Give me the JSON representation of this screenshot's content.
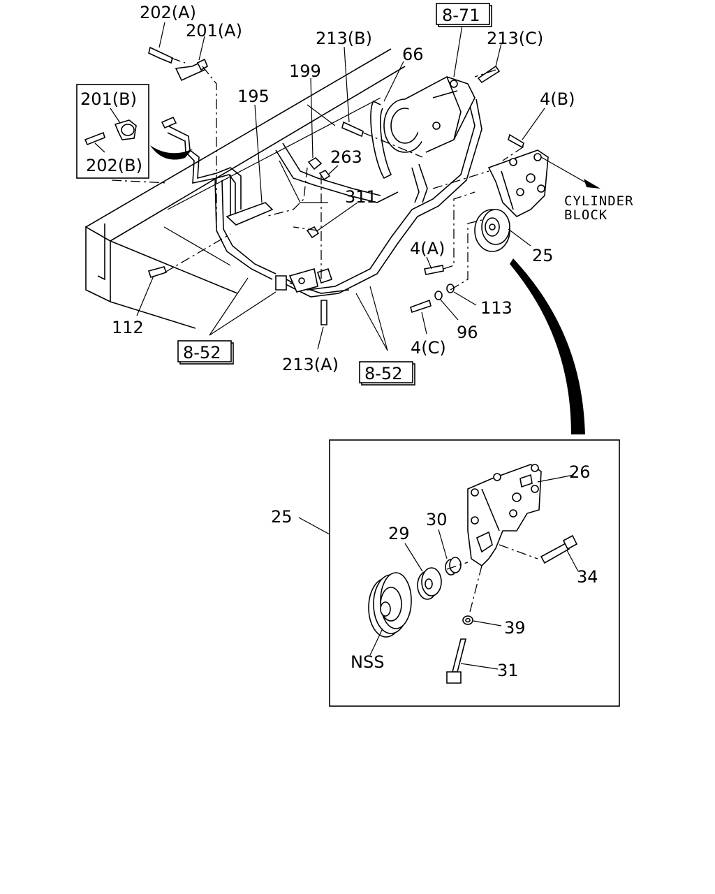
{
  "labels": {
    "l_202a": "202(A)",
    "l_201a": "201(A)",
    "l_201b": "201(B)",
    "l_202b": "202(B)",
    "l_195": "195",
    "l_199": "199",
    "l_213b": "213(B)",
    "l_66": "66",
    "l_871": "8-71",
    "l_213c": "213(C)",
    "l_4b": "4(B)",
    "l_263": "263",
    "l_311": "311",
    "l_cyl1": "CYLINDER",
    "l_cyl2": "BLOCK",
    "l_4a": "4(A)",
    "l_25a": "25",
    "l_113": "113",
    "l_96": "96",
    "l_4c": "4(C)",
    "l_112": "112",
    "l_852a": "8-52",
    "l_213a": "213(A)",
    "l_852b": "8-52",
    "l_25b": "25",
    "l_26": "26",
    "l_30": "30",
    "l_29": "29",
    "l_34": "34",
    "l_39": "39",
    "l_nss": "NSS",
    "l_31": "31"
  }
}
